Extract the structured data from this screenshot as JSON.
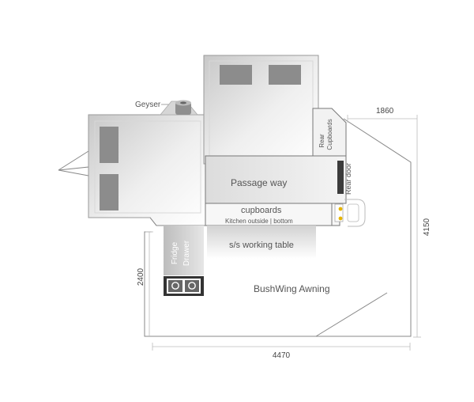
{
  "labels": {
    "geyser": "Geyser",
    "rear_cupboards_line1": "Rear",
    "rear_cupboards_line2": "Cupboards",
    "passage_way": "Passage way",
    "rear_door": "Rear door",
    "cupboards": "cupboards",
    "kitchen_outside": "Kitchen outside | bottom",
    "working_table": "s/s working table",
    "fridge_line1": "Fridge",
    "fridge_line2": "Drawer",
    "awning": "BushWing Awning"
  },
  "dimensions": {
    "top_right": "1860",
    "right": "4150",
    "left": "2400",
    "bottom": "4470"
  },
  "colors": {
    "outline": "#888888",
    "dimension_line": "#bbbbbb",
    "bed_pad": "#8c8c8c",
    "rear_door": "#3c3c3c",
    "stove": "#333333"
  },
  "icons": [
    "geyser-icon",
    "stove-icon",
    "tap-icon"
  ]
}
